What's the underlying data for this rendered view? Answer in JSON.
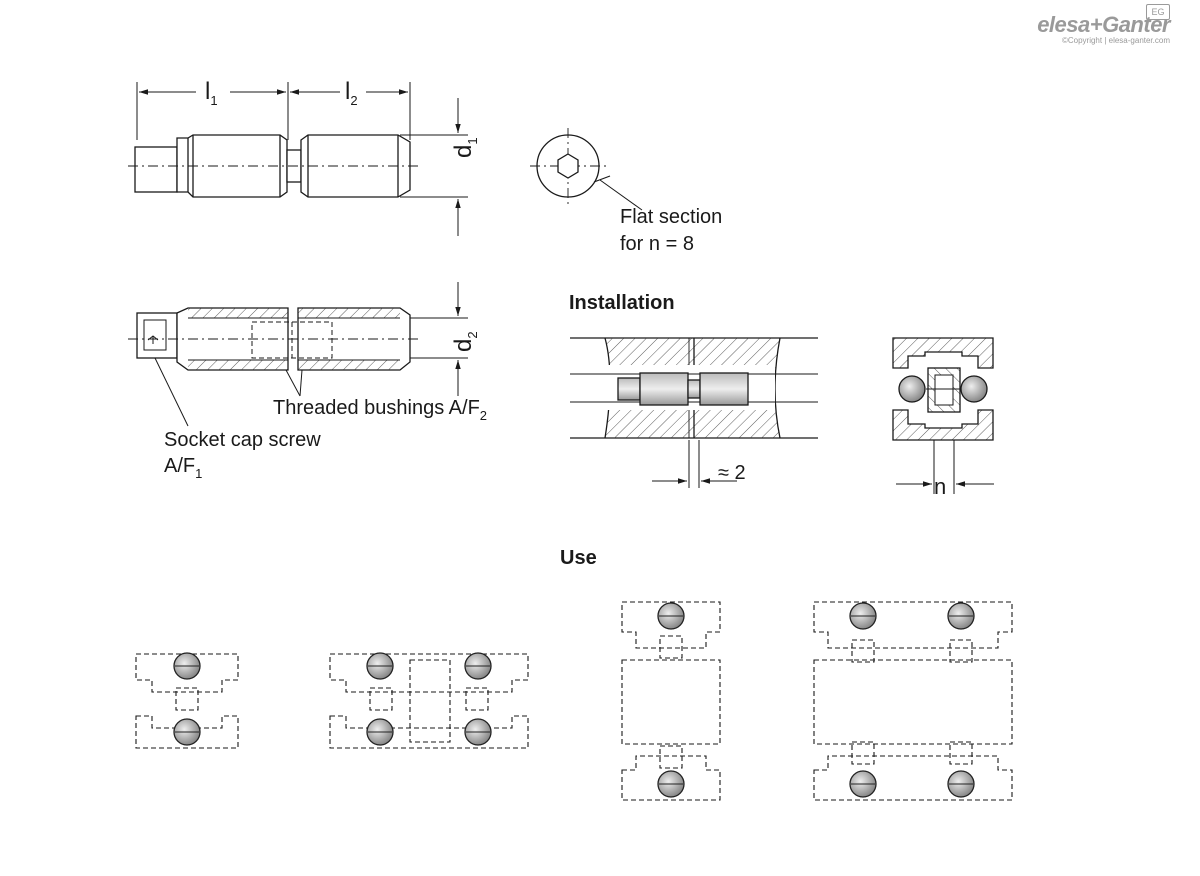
{
  "brand": {
    "name": "elesa+Ganter",
    "copyright": "©Copyright | elesa-ganter.com",
    "badge": "EG"
  },
  "dims": {
    "l1": "l",
    "l1_sub": "1",
    "l2": "l",
    "l2_sub": "2",
    "d1": "d",
    "d1_sub": "1",
    "d2": "d",
    "d2_sub": "2",
    "gap": "≈ 2",
    "n": "n"
  },
  "callouts": {
    "flat_section_line1": "Flat section",
    "flat_section_line2": "for n = 8",
    "threaded_bushings": "Threaded bushings A/F",
    "threaded_bushings_sub": "2",
    "socket_cap_line1": "Socket cap screw",
    "socket_cap_line2": "A/F",
    "socket_cap_sub": "1"
  },
  "sections": {
    "installation": "Installation",
    "use": "Use"
  }
}
